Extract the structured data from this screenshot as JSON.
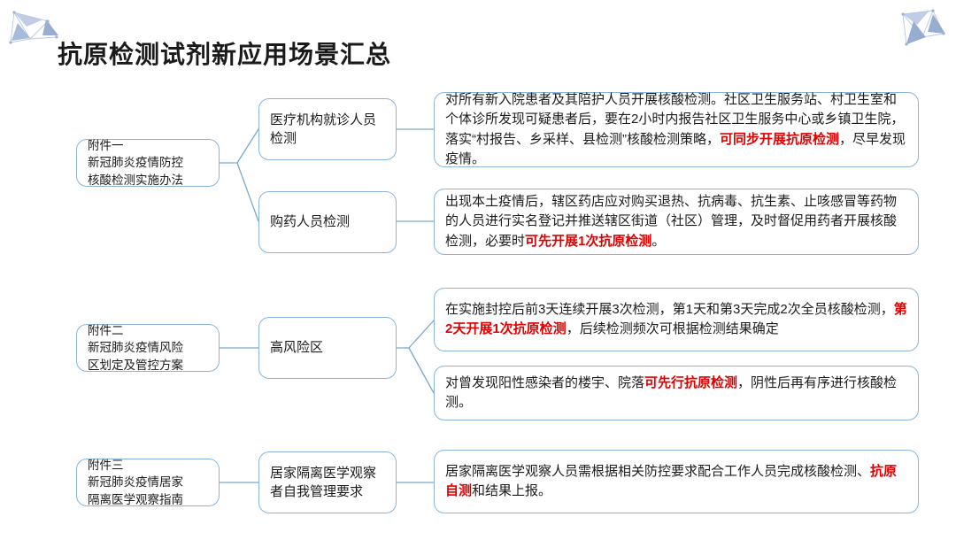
{
  "page": {
    "title": "抗原检测试剂新应用场景汇总",
    "background_color": "#ffffff",
    "accent_color": "#8ab4d8",
    "highlight_color": "#e00000",
    "text_color": "#1b1b1b"
  },
  "decorations": [
    {
      "name": "triangle-motif-top-left",
      "position": "top-left",
      "color": "#aebfdc"
    },
    {
      "name": "triangle-motif-top-right",
      "position": "top-right",
      "color": "#8ca0c8"
    }
  ],
  "attachments": [
    {
      "id": "attachment-1",
      "label": "附件一\n新冠肺炎疫情防控\n核酸检测实施办法",
      "topics": [
        {
          "id": "topic-medical-institution",
          "label": "医疗机构就诊人员\n检测",
          "detail_id": "detail-1"
        },
        {
          "id": "topic-drug-purchaser",
          "label": "购药人员检测",
          "detail_id": "detail-2"
        }
      ]
    },
    {
      "id": "attachment-2",
      "label": "附件二\n新冠肺炎疫情风险\n区划定及管控方案",
      "topics": [
        {
          "id": "topic-high-risk-area",
          "label": "高风险区",
          "detail_id": "detail-3"
        }
      ]
    },
    {
      "id": "attachment-3",
      "label": "附件三\n新冠肺炎疫情居家\n隔离医学观察指南",
      "topics": [
        {
          "id": "topic-home-quarantine",
          "label": "居家隔离医学观察\n者自我管理要求",
          "detail_id": "detail-5"
        }
      ]
    }
  ],
  "details": [
    {
      "id": "detail-1",
      "segments": [
        {
          "text": "对所有新入院患者及其陪护人员开展核酸检测。社区卫生服务站、村卫生室和个体诊所发现可疑患者后，要在2小时内报告社区卫生服务中心或乡镇卫生院，落实“村报告、乡采样、县检测”核酸检测策略，",
          "highlight": false
        },
        {
          "text": "可同步开展抗原检测",
          "highlight": true
        },
        {
          "text": "，尽早发现疫情。",
          "highlight": false
        }
      ]
    },
    {
      "id": "detail-2",
      "segments": [
        {
          "text": "出现本土疫情后，辖区药店应对购买退热、抗病毒、抗生素、止咳感冒等药物的人员进行实名登记并推送辖区街道（社区）管理，及时督促用药者开展核酸检测，必要时",
          "highlight": false
        },
        {
          "text": "可先开展1次抗原检测",
          "highlight": true
        },
        {
          "text": "。",
          "highlight": false
        }
      ]
    },
    {
      "id": "detail-3",
      "segments": [
        {
          "text": "在实施封控后前3天连续开展3次检测，第1天和第3天完成2次全员核酸检测，",
          "highlight": false
        },
        {
          "text": "第2天开展1次抗原检测",
          "highlight": true
        },
        {
          "text": "，后续检测频次可根据检测结果确定",
          "highlight": false
        }
      ]
    },
    {
      "id": "detail-4",
      "segments": [
        {
          "text": "对曾发现阳性感染者的楼宇、院落",
          "highlight": false
        },
        {
          "text": "可先行抗原检测",
          "highlight": true
        },
        {
          "text": "，阴性后再有序进行核酸检测。",
          "highlight": false
        }
      ]
    },
    {
      "id": "detail-5",
      "segments": [
        {
          "text": "居家隔离医学观察人员需根据相关防控要求配合工作人员完成核酸检测、",
          "highlight": false
        },
        {
          "text": "抗原自测",
          "highlight": true
        },
        {
          "text": "和结果上报。",
          "highlight": false
        }
      ]
    }
  ]
}
